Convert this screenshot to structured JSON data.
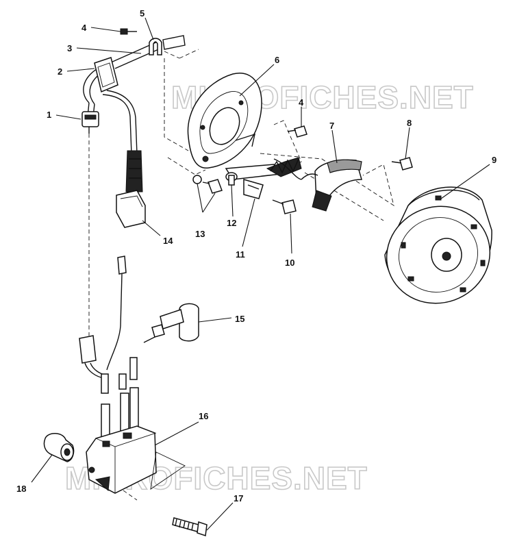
{
  "watermarks": [
    "MICROFICHES.NET",
    "MICROFICHES.NET"
  ],
  "callouts": [
    "1",
    "2",
    "3",
    "4",
    "5",
    "6",
    "4",
    "7",
    "8",
    "9",
    "10",
    "11",
    "12",
    "13",
    "14",
    "15",
    "16",
    "17",
    "18"
  ]
}
